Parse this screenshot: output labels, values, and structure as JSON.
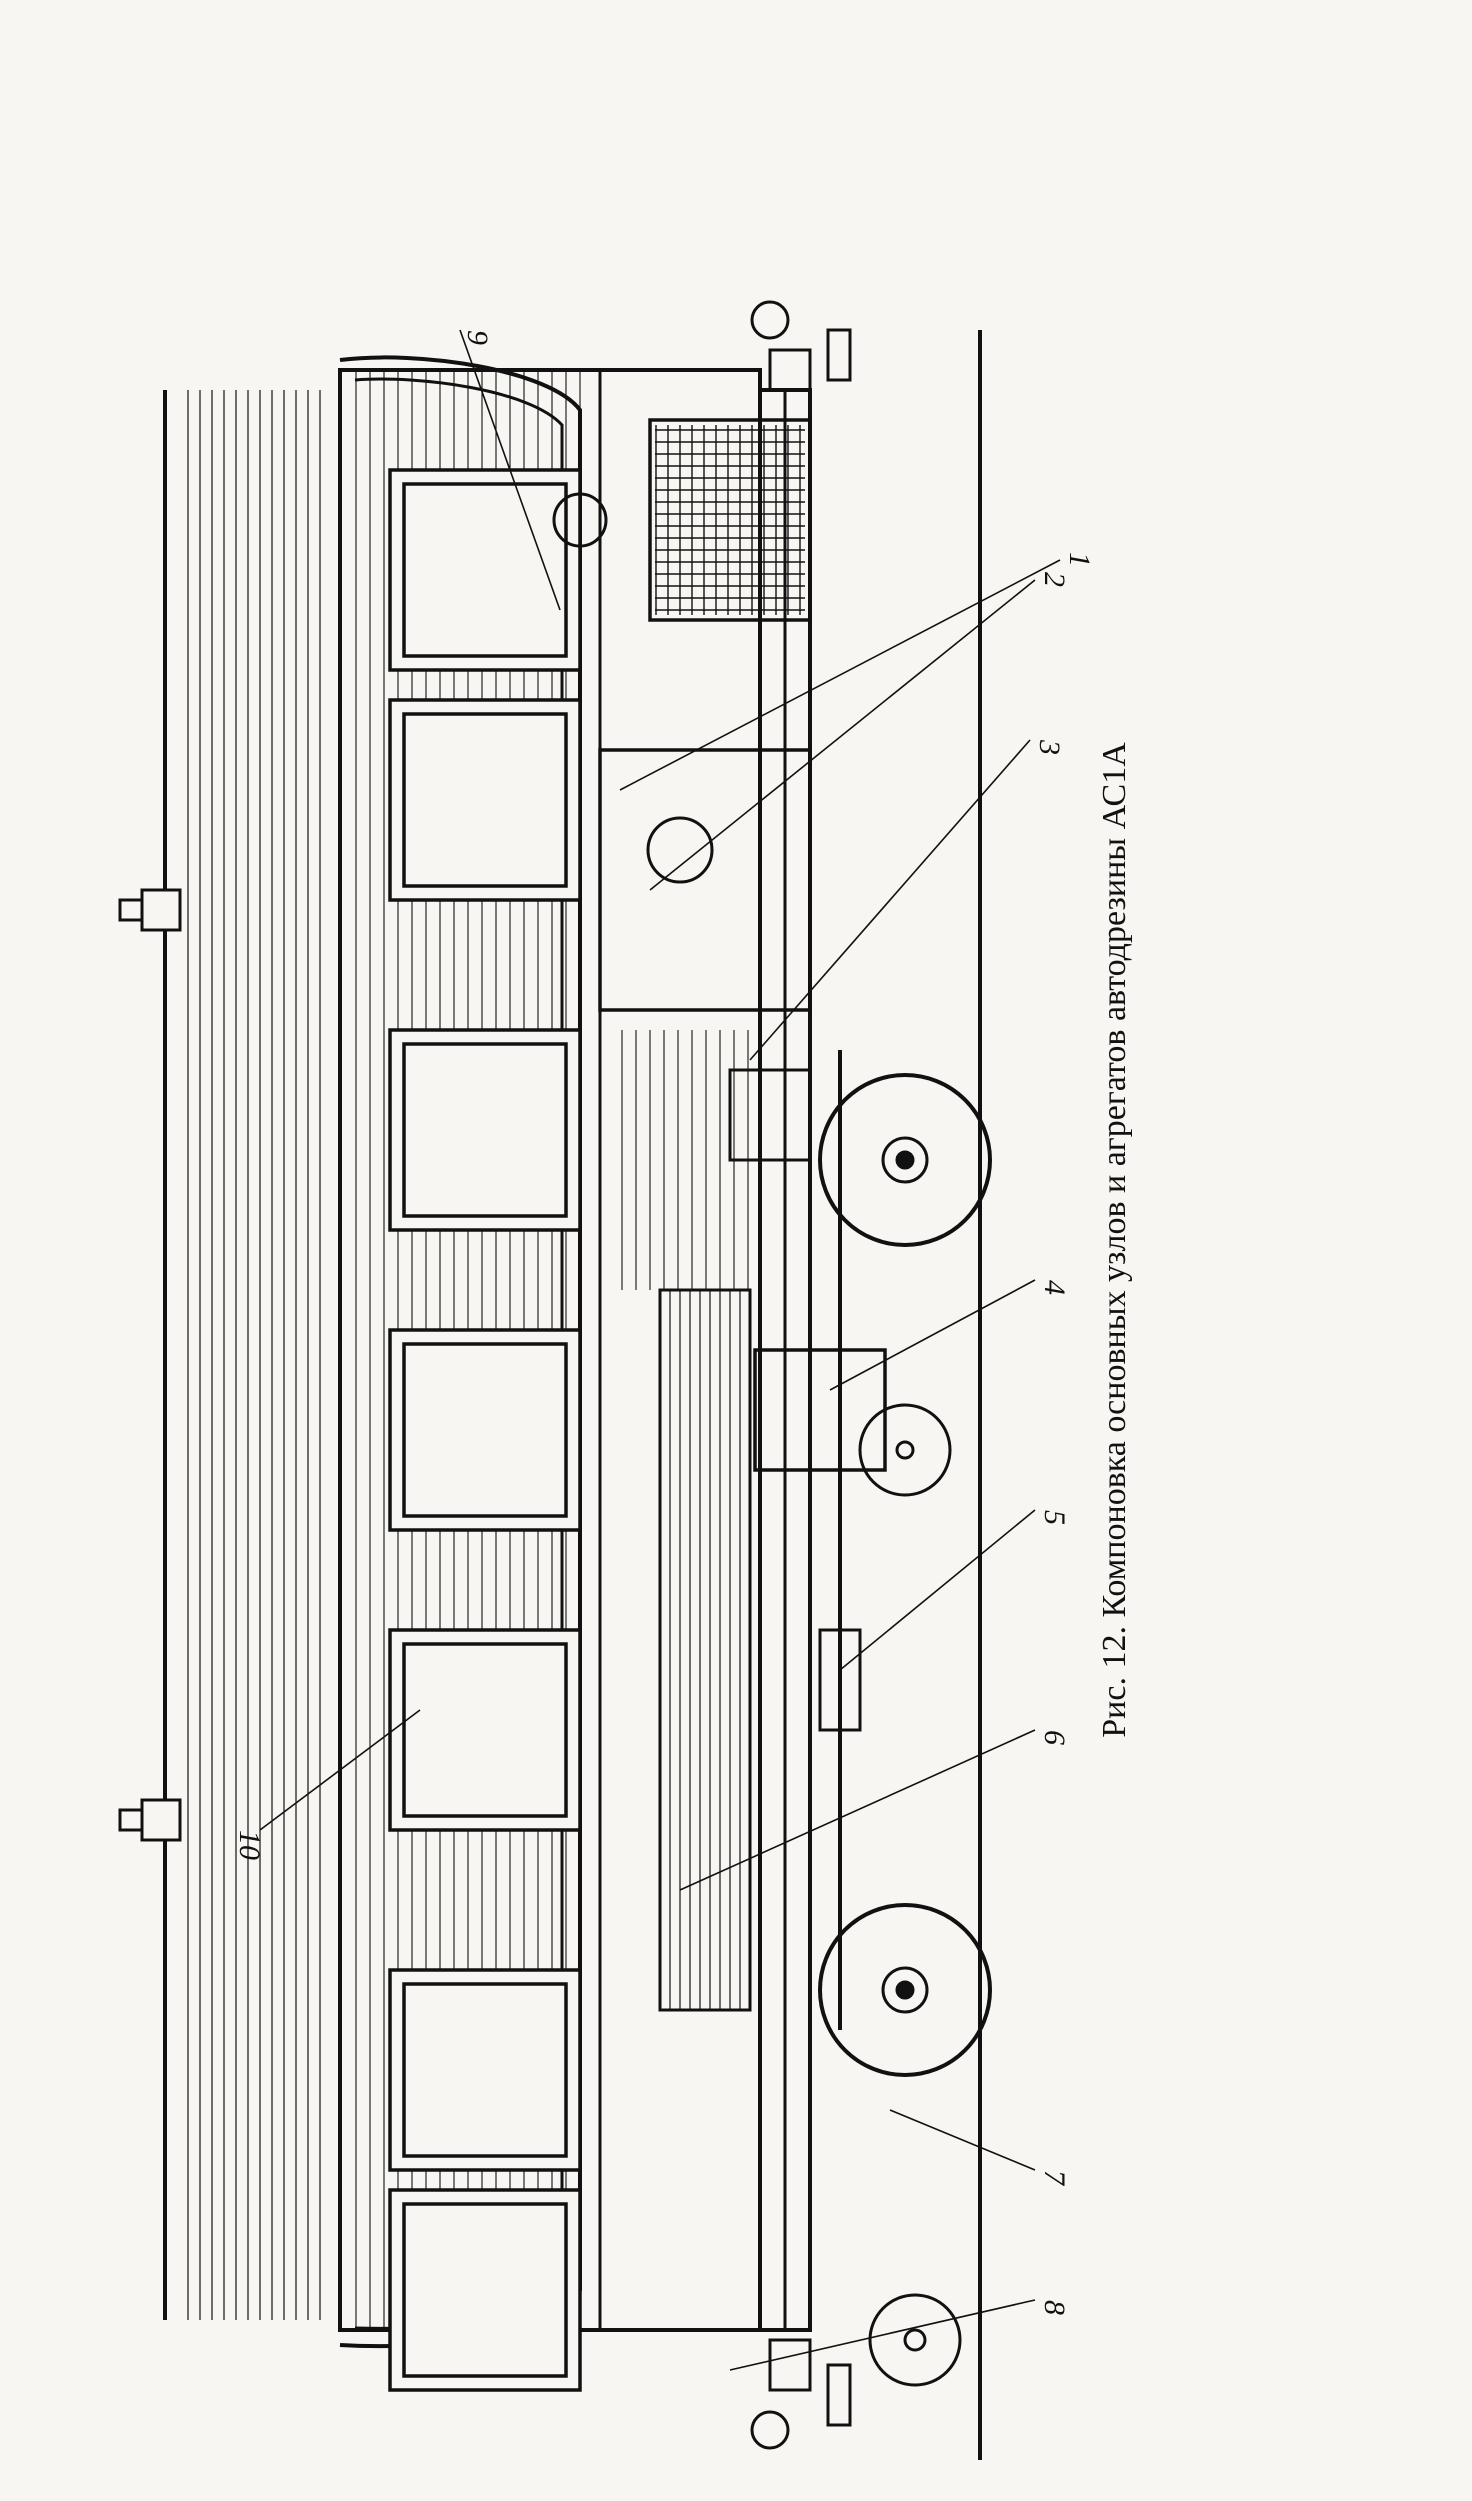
{
  "figure": {
    "caption": "Рис. 12. Компоновка основных узлов и агрегатов автодрезины АС1А",
    "callouts": [
      "1",
      "2",
      "3",
      "4",
      "5",
      "6",
      "7",
      "8",
      "9",
      "10"
    ]
  },
  "colors": {
    "ink": "#111111",
    "paper": "#f7f6f2"
  }
}
